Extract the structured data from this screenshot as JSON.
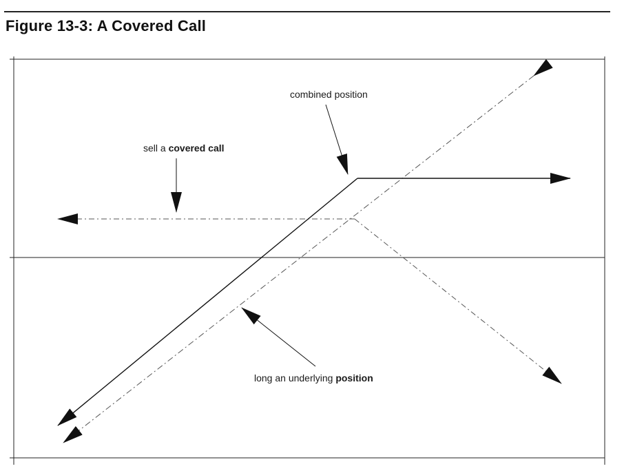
{
  "figure": {
    "title": "Figure 13-3: A Covered Call"
  },
  "labels": {
    "combined_position": "combined position",
    "covered_call_prefix": "sell a ",
    "covered_call_bold": "covered call",
    "underlying_prefix": "long an underlying ",
    "underlying_bold": "position"
  },
  "colors": {
    "line": "#111111",
    "dashed_line": "#555555"
  }
}
